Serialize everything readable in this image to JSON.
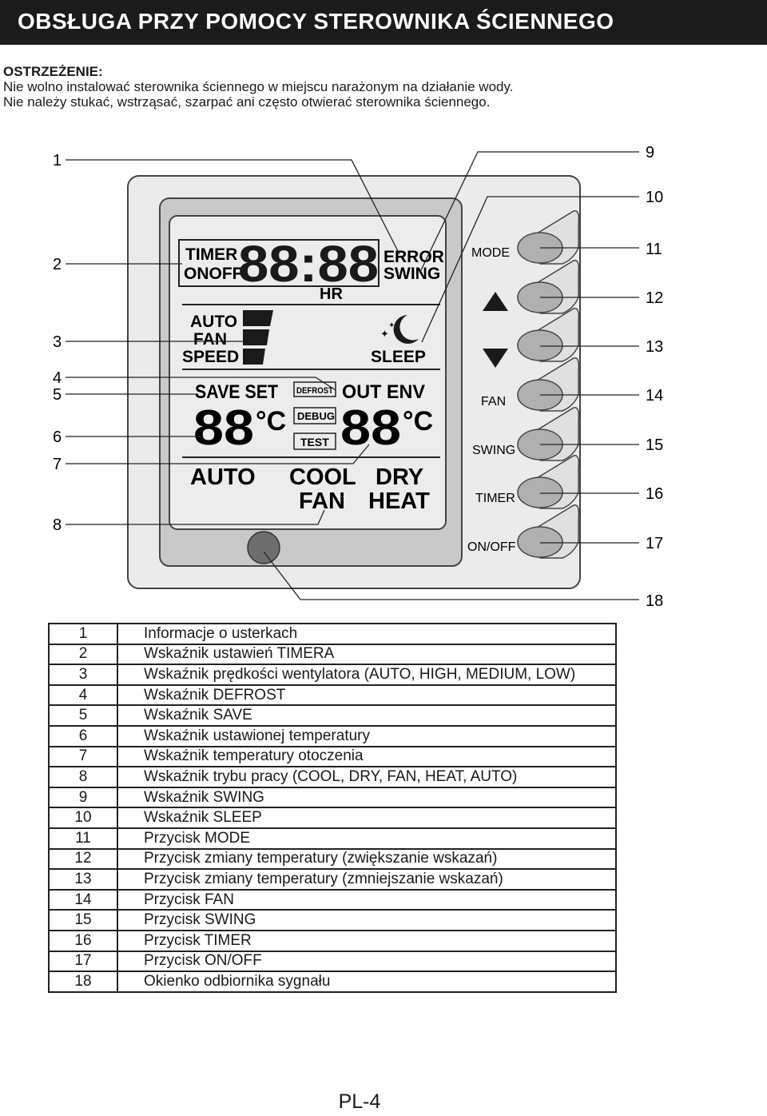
{
  "header": {
    "title": "OBSŁUGA PRZY POMOCY STEROWNIKA ŚCIENNEGO"
  },
  "warning": {
    "title": "OSTRZEŻENIE:",
    "lines": [
      "Nie wolno instalować sterownika ściennego w miejscu narażonym na działanie wody.",
      "Nie należy stukać, wstrząsać, szarpać ani często otwierać sterownika ściennego."
    ]
  },
  "callouts": {
    "left": [
      "1",
      "2",
      "3",
      "4",
      "5",
      "6",
      "7",
      "8"
    ],
    "right": [
      "9",
      "10",
      "11",
      "12",
      "13",
      "14",
      "15",
      "16",
      "17",
      "18"
    ]
  },
  "display": {
    "timer": "TIMER",
    "onoff": "ONOFF",
    "clock_digits": "88:88",
    "hr": "HR",
    "error": "ERROR",
    "swing": "SWING",
    "fan_auto": "AUTO",
    "fan_fan": "FAN",
    "fan_speed": "SPEED",
    "sleep": "SLEEP",
    "save_set": "SAVE SET",
    "defrost": "DEFROST",
    "debug": "DEBUG",
    "test": "TEST",
    "out_env": "OUT ENV",
    "set_temp_digits": "88",
    "env_temp_digits": "88",
    "temp_unit": "°C",
    "mode_auto": "AUTO",
    "mode_cool": "COOL",
    "mode_dry": "DRY",
    "mode_fan": "FAN",
    "mode_heat": "HEAT"
  },
  "buttons": {
    "mode": "MODE",
    "fan": "FAN",
    "swing": "SWING",
    "timer": "TIMER",
    "onoff": "ON/OFF"
  },
  "legend": [
    {
      "num": "1",
      "text": "Informacje o usterkach"
    },
    {
      "num": "2",
      "text": "Wskaźnik ustawień TIMERA"
    },
    {
      "num": "3",
      "text": "Wskaźnik prędkości wentylatora (AUTO, HIGH, MEDIUM, LOW)"
    },
    {
      "num": "4",
      "text": "Wskaźnik DEFROST"
    },
    {
      "num": "5",
      "text": "Wskaźnik SAVE"
    },
    {
      "num": "6",
      "text": "Wskaźnik ustawionej temperatury"
    },
    {
      "num": "7",
      "text": "Wskaźnik temperatury otoczenia"
    },
    {
      "num": "8",
      "text": "Wskaźnik trybu pracy (COOL, DRY, FAN, HEAT, AUTO)"
    },
    {
      "num": "9",
      "text": "Wskaźnik SWING"
    },
    {
      "num": "10",
      "text": "Wskaźnik SLEEP"
    },
    {
      "num": "11",
      "text": "Przycisk MODE"
    },
    {
      "num": "12",
      "text": "Przycisk zmiany temperatury (zwiększanie wskazań)"
    },
    {
      "num": "13",
      "text": "Przycisk zmiany temperatury (zmniejszanie wskazań)"
    },
    {
      "num": "14",
      "text": "Przycisk FAN"
    },
    {
      "num": "15",
      "text": "Przycisk SWING"
    },
    {
      "num": "16",
      "text": "Przycisk TIMER"
    },
    {
      "num": "17",
      "text": "Przycisk ON/OFF"
    },
    {
      "num": "18",
      "text": "Okienko odbiornika sygnału"
    }
  ],
  "footer": {
    "page": "PL-4"
  }
}
